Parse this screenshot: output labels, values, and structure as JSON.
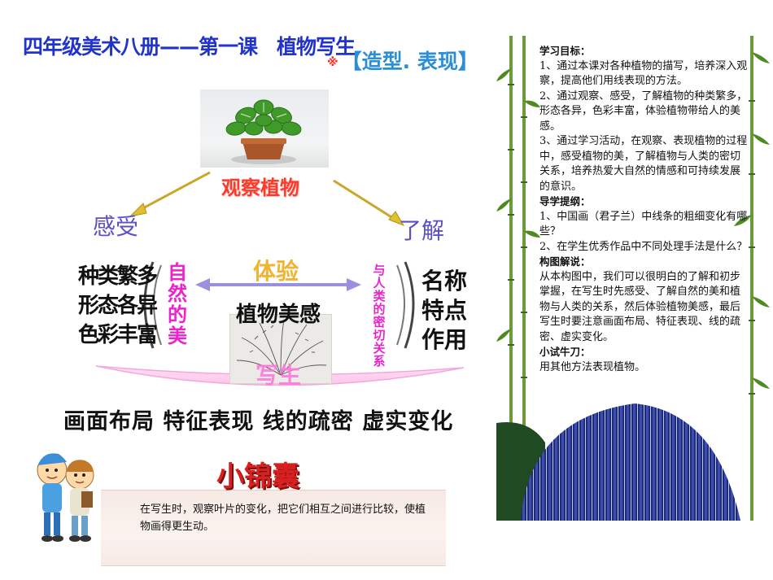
{
  "header": {
    "title": "四年级美术八册——第一课　植物写生",
    "subtitle_mark": "※",
    "subtitle": "【造型. 表现】"
  },
  "diagram": {
    "center_label": "观察植物",
    "left_branch": "感受",
    "right_branch": "了解",
    "top_arrow_label": "体验",
    "left_items": [
      "种类繁多",
      "形态各异",
      "色彩丰富"
    ],
    "left_vertical": "自然的美",
    "right_vertical": "与人类的密切关系",
    "right_items": [
      "名称",
      "特点",
      "作用"
    ],
    "middle_label": "植物美感",
    "bottom_label": "写生",
    "bottom_line": "画面布局  特征表现  线的疏密  虚实变化"
  },
  "tip": {
    "title": "小锦囊",
    "text": "在写生时，观察叶片的变化，把它们相互之间进行比较，使植物画得更生动。"
  },
  "side": {
    "sections": [
      {
        "heading": "学习目标：",
        "lines": [
          "1、通过本课对各种植物的描写，培养深入观察，提高他们用线表现的方法。",
          "2、通过观察、感受，了解植物的种类繁多，形态各异，色彩丰富，体验植物带给人的美感。",
          "3、通过学习活动，在观察、表现植物的过程中，感受植物的美，了解植物与人类的密切关系，培养热爱大自然的情感和可持续发展的意识。"
        ]
      },
      {
        "heading": "导学提纲：",
        "lines": [
          "1、中国画（君子兰）中线条的粗细变化有哪些？",
          "2、在学生优秀作品中不同处理手法是什么？"
        ]
      },
      {
        "heading": "构图解说：",
        "lines": [
          "从本构图中，我们可以很明白的了解和初步掌握，在写生时先感受、了解自然的美和植物与人类的关系，然后体验植物美感，最后写生时要注意画面布局、特征表现、线的疏密、虚实变化。"
        ]
      },
      {
        "heading": "小试牛刀：",
        "lines": [
          "用其他方法表现植物。"
        ]
      }
    ]
  },
  "colors": {
    "title_blue": "#2233cc",
    "subtitle_blue": "#2a8fd6",
    "center_red": "#ff3a2a",
    "branch_purple": "#5a50c8",
    "tiyan_gold": "#f2b330",
    "pink": "#ee22cc",
    "tip_red": "#d82020"
  }
}
